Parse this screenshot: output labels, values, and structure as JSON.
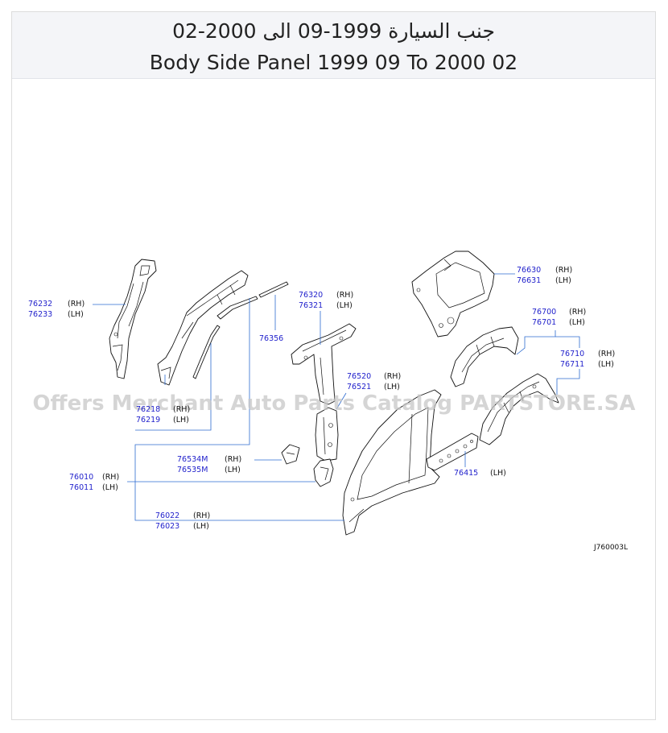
{
  "header": {
    "title_ar": "جنب السيارة 1999-09 الى 2000-02",
    "title_en": "Body Side Panel 1999 09 To 2000 02"
  },
  "watermark": "Offers Merchant Auto Parts Catalog PARTSTORE.SA",
  "diagram_ref": "J760003L",
  "callouts": {
    "c76232": {
      "pn": "76232",
      "side": "(RH)"
    },
    "c76233": {
      "pn": "76233",
      "side": "(LH)"
    },
    "c76218": {
      "pn": "76218",
      "side": "(RH)"
    },
    "c76219": {
      "pn": "76219",
      "side": "(LH)"
    },
    "c76356": {
      "pn": "76356"
    },
    "c76320": {
      "pn": "76320",
      "side": "(RH)"
    },
    "c76321": {
      "pn": "76321",
      "side": "(LH)"
    },
    "c76520": {
      "pn": "76520",
      "side": "(RH)"
    },
    "c76521": {
      "pn": "76521",
      "side": "(LH)"
    },
    "c76534": {
      "pn": "76534M",
      "side": "(RH)"
    },
    "c76535": {
      "pn": "76535M",
      "side": "(LH)"
    },
    "c76010": {
      "pn": "76010",
      "side": "(RH)"
    },
    "c76011": {
      "pn": "76011",
      "side": "(LH)"
    },
    "c76022": {
      "pn": "76022",
      "side": "(RH)"
    },
    "c76023": {
      "pn": "76023",
      "side": "(LH)"
    },
    "c76630": {
      "pn": "76630",
      "side": "(RH)"
    },
    "c76631": {
      "pn": "76631",
      "side": "(LH)"
    },
    "c76700": {
      "pn": "76700",
      "side": "(RH)"
    },
    "c76701": {
      "pn": "76701",
      "side": "(LH)"
    },
    "c76710": {
      "pn": "76710",
      "side": "(RH)"
    },
    "c76711": {
      "pn": "76711",
      "side": "(LH)"
    },
    "c76415": {
      "pn": "76415",
      "side": "(LH)"
    }
  },
  "colors": {
    "part_number": "#2222cc",
    "leader_line": "#2d6bd0",
    "header_bg": "#f4f5f8"
  }
}
